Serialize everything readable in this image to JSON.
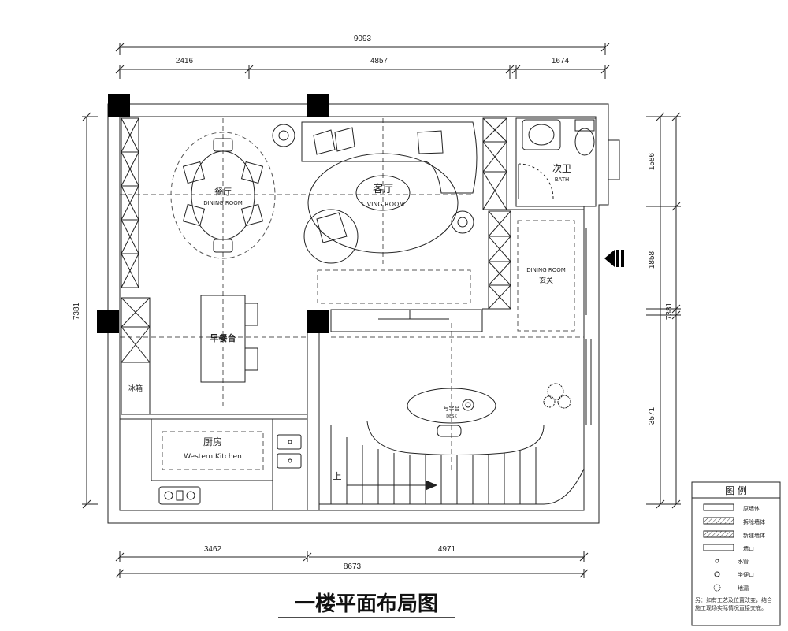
{
  "drawing_title": "一楼平面布局图",
  "dimensions": {
    "top_total": "9093",
    "top_left": "2416",
    "top_mid": "4857",
    "top_right": "1674",
    "bottom_left": "3462",
    "bottom_right": "4971",
    "bottom_total": "8673",
    "left_total": "7381",
    "right_total": "7381",
    "right_top": "1586",
    "right_mid": "1858",
    "right_bottom": "3571"
  },
  "rooms": {
    "dining": "餐厅",
    "dining_en": "DINING ROOM",
    "living": "客厅",
    "living_en": "LIVING ROOM",
    "bath": "次卫",
    "bath_en": "BATH",
    "foyer_en": "DINING ROOM",
    "foyer": "玄关",
    "breakfast": "早餐台",
    "fridge": "冰箱",
    "kitchen": "厨房",
    "kitchen_en": "Western Kitchen",
    "study": "写字台",
    "study_en": "DESK",
    "stairs_up": "上"
  },
  "legend": {
    "title": "图   例",
    "items": [
      "原墙体",
      "拆除墙体",
      "新建墙体",
      "墙口",
      "水管",
      "坐便口",
      "地漏"
    ],
    "note": "另：如有工艺及位置改变，结合施工现场实际情况直接交底。"
  }
}
